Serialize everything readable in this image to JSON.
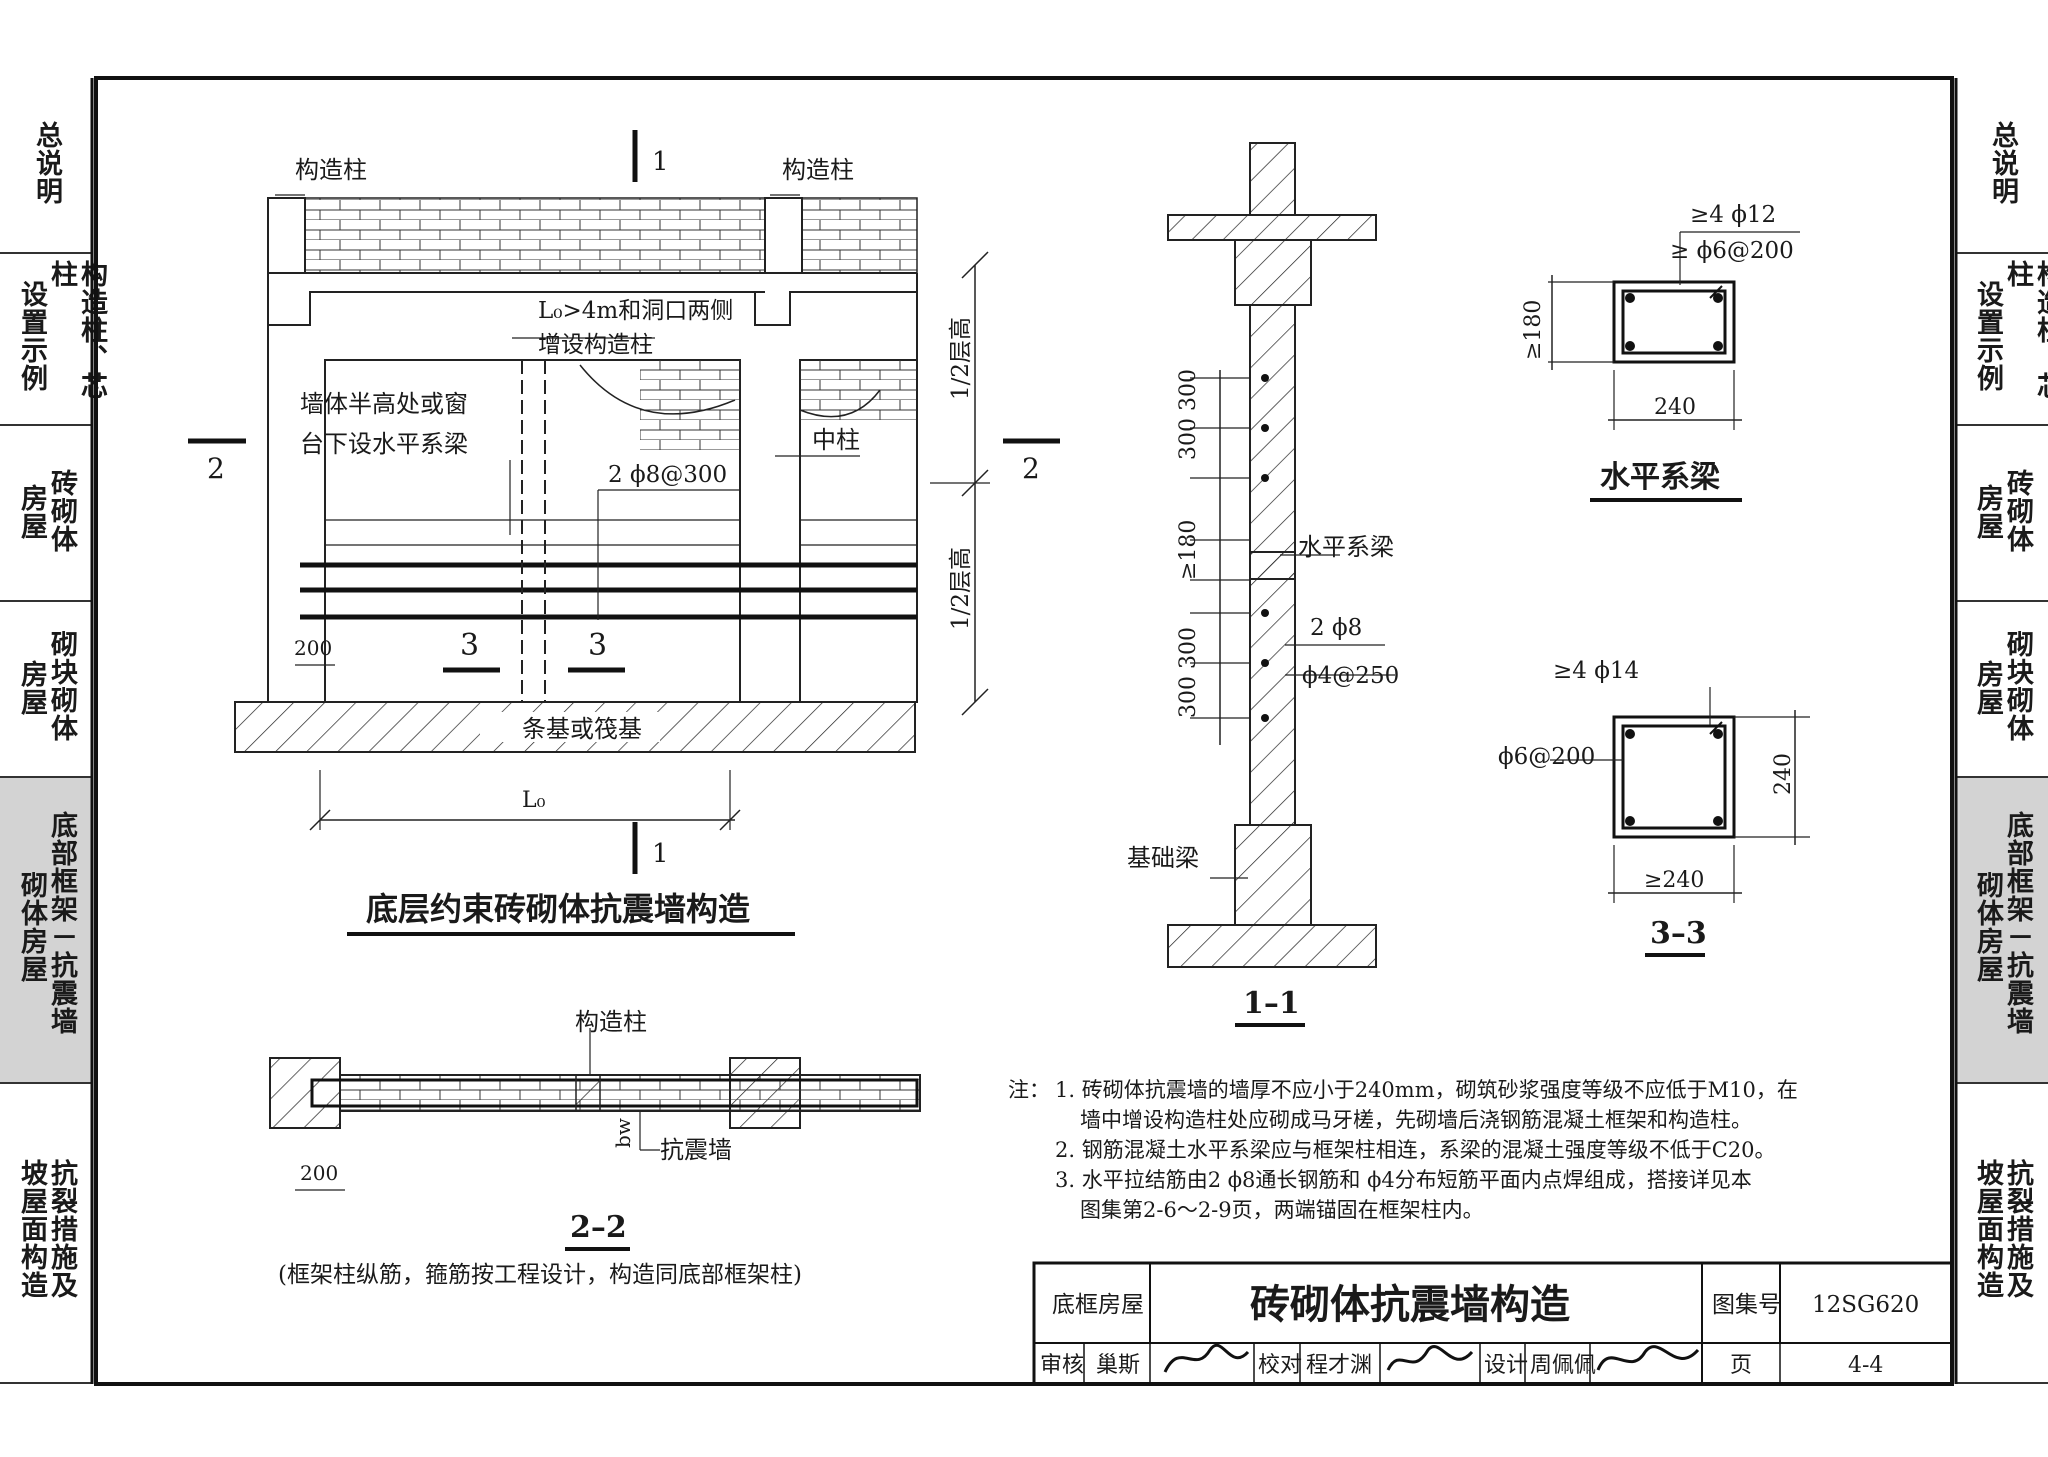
{
  "side_tabs": [
    {
      "lines": [
        "总说明"
      ],
      "active": false
    },
    {
      "lines": [
        "构造柱、芯柱",
        "设置示例"
      ],
      "active": false
    },
    {
      "lines": [
        "砖砌体",
        "房屋"
      ],
      "active": false
    },
    {
      "lines": [
        "砌块砌体",
        "房屋"
      ],
      "active": false
    },
    {
      "lines": [
        "底部框架－抗震墙",
        "砌体房屋"
      ],
      "active": true
    },
    {
      "lines": [
        "抗裂措施及",
        "坡屋面构造"
      ],
      "active": false
    }
  ],
  "elevation": {
    "title": "底层约束砖砌体抗震墙构造",
    "column_left": "构造柱",
    "column_right": "构造柱",
    "note_l0": "L₀>4m和洞口两侧",
    "note_l0_2": "增设构造柱",
    "note_beam_1": "墙体半高处或窗",
    "note_beam_2": "台下设水平系梁",
    "rebar": "2 ϕ8@300",
    "mid_column": "中柱",
    "half_height_top": "1/2层高",
    "half_height_bottom": "1/2层高",
    "dim_200": "200",
    "section_3_left": "3",
    "section_3_right": "3",
    "foundation": "条基或筏基",
    "dim_l0": "L₀",
    "cut_1_top": "1",
    "cut_1_bottom": "1",
    "cut_2_left": "2",
    "cut_2_right": "2"
  },
  "section_11": {
    "title": "1–1",
    "dim_top": "300 300",
    "dim_mid": "≥180",
    "dim_bottom": "300 300",
    "beam_label": "水平系梁",
    "rebar_1": "2 ϕ8",
    "rebar_2": "ϕ4@250",
    "foundation_beam": "基础梁"
  },
  "beam_section": {
    "title": "水平系梁",
    "rebar_long": "≥4 ϕ12",
    "rebar_stirrup": "≥ ϕ6@200",
    "dim_h": "≥180",
    "dim_w": "240"
  },
  "section_33": {
    "title": "3–3",
    "rebar_long": "≥4 ϕ14",
    "rebar_stirrup": "ϕ6@200",
    "dim_h": "240",
    "dim_w": "≥240"
  },
  "section_22": {
    "title": "2–2",
    "column_label": "构造柱",
    "bw": "bw",
    "wall_label": "抗震墙",
    "dim_200": "200",
    "caption": "(框架柱纵筋，箍筋按工程设计，构造同底部框架柱)"
  },
  "notes": {
    "prefix": "注：",
    "items": [
      "1. 砖砌体抗震墙的墙厚不应小于240mm，砌筑砂浆强度等级不应低于M10，在",
      "墙中增设构造柱处应砌成马牙槎，先砌墙后浇钢筋混凝土框架和构造柱。",
      "2. 钢筋混凝土水平系梁应与框架柱相连，系梁的混凝土强度等级不低于C20。",
      "3. 水平拉结筋由2 ϕ8通长钢筋和 ϕ4分布短筋平面内点焊组成，搭接详见本",
      "图集第2-6～2-9页，两端锚固在框架柱内。"
    ]
  },
  "title_block": {
    "category": "底框房屋",
    "drawing_title": "砖砌体抗震墙构造",
    "atlas_label": "图集号",
    "atlas_no": "12SG620",
    "review_label": "审核",
    "reviewer": "巢斯",
    "check_label": "校对",
    "checker": "程才渊",
    "design_label": "设计",
    "designer": "周佩佩",
    "page_label": "页",
    "page_no": "4-4"
  }
}
